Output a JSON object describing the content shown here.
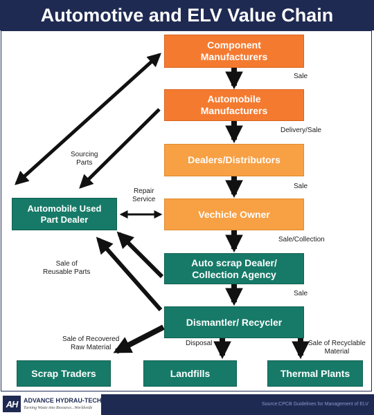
{
  "title": "Automotive and ELV Value Chain",
  "nodes": {
    "component_manufacturers": "Component\nManufacturers",
    "automobile_manufacturers": "Automobile\nManufacturers",
    "dealers_distributors": "Dealers/Distributors",
    "vehicle_owner": "Vechicle Owner",
    "auto_scrap_dealer": "Auto scrap Dealer/\nCollection Agency",
    "dismantler_recycler": "Dismantler/ Recycler",
    "used_part_dealer": "Automobile Used\nPart Dealer",
    "scrap_traders": "Scrap Traders",
    "landfills": "Landfills",
    "thermal_plants": "Thermal Plants"
  },
  "edge_labels": {
    "sale_1": "Sale",
    "delivery_sale": "Delivery/Sale",
    "sale_2": "Sale",
    "sale_collection": "Sale/Collection",
    "sale_3": "Sale",
    "sourcing_parts": "Sourcing\nParts",
    "repair_service": "Repair\nService",
    "sale_reusable_parts": "Sale of\nReusable Parts",
    "sale_recovered_raw": "Sale of Recovered\nRaw Material",
    "disposal": "Disposal",
    "sale_recyclable": "Sale of Recyclable\nMaterial"
  },
  "footer": {
    "logo_mark": "AH",
    "company": "ADVANCE HYDRAU-TECH PVT. LTD.",
    "tagline": "Turning Waste into Resource...Worldwide",
    "source": "Source:CPCB Guidelines for Management of ELV"
  },
  "colors": {
    "title_bar": "#1f2a52",
    "orange": "#f47a30",
    "light_orange": "#f7a044",
    "teal": "#177a68",
    "arrow": "#111111"
  }
}
